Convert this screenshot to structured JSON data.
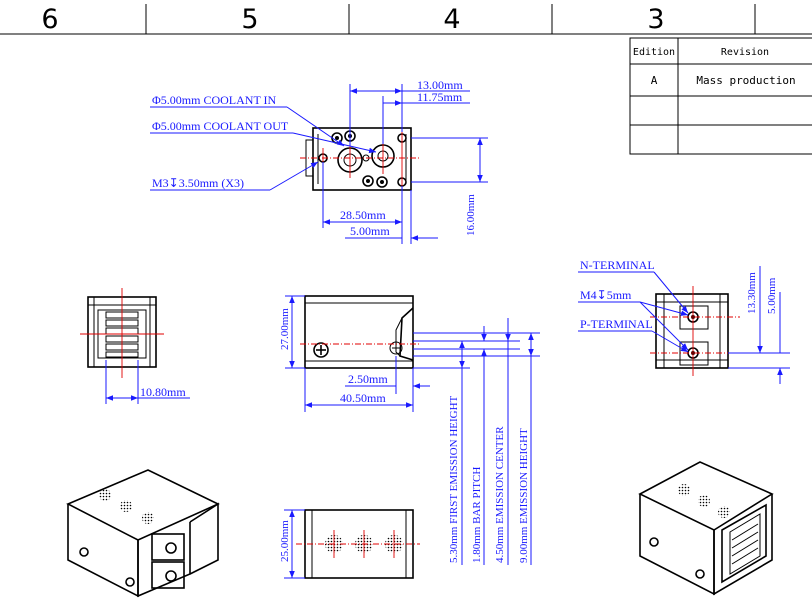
{
  "zones": [
    "6",
    "5",
    "4",
    "3"
  ],
  "title_block": {
    "col_edition": "Edition",
    "col_revision": "Revision",
    "rows": [
      {
        "edition": "A",
        "revision": "Mass production"
      }
    ]
  },
  "top_view": {
    "coolant_in": "Φ5.00mm COOLANT IN",
    "coolant_out": "Φ5.00mm COOLANT OUT",
    "thread": "M3↧3.50mm (X3)",
    "dim_13": "13.00mm",
    "dim_1175": "11.75mm",
    "dim_285": "28.50mm",
    "dim_500": "5.00mm",
    "dim_1600": "16.00mm"
  },
  "end_view": {
    "dim_1080": "10.80mm"
  },
  "side_view": {
    "dim_2700": "27.00mm",
    "dim_250": "2.50mm",
    "dim_4050": "40.50mm",
    "first_emission": "5.30mm FIRST EMISSION HEIGHT",
    "bar_pitch": "1.80mm BAR PITCH",
    "emission_center": "4.50mm EMISSION CENTER",
    "emission_height": "9.00mm EMISSION HEIGHT"
  },
  "terminal_view": {
    "n_terminal": "N-TERMINAL",
    "thread": "M4↧5mm",
    "p_terminal": "P-TERMINAL",
    "dim_1330": "13.30mm",
    "dim_500": "5.00mm"
  },
  "bottom_view": {
    "dim_2500": "25.00mm"
  }
}
